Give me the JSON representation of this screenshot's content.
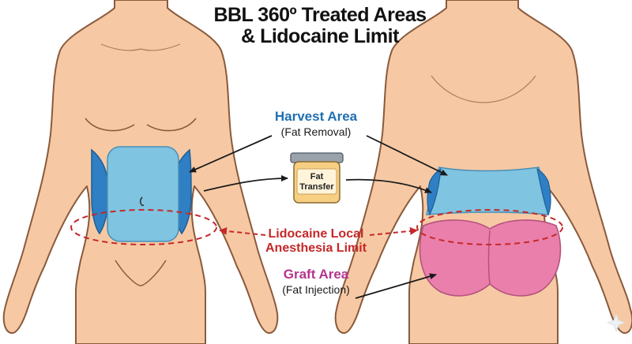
{
  "title": {
    "line1": "BBL 360º Treated Areas",
    "line2": "& Lidocaine Limit"
  },
  "harvest": {
    "heading": "Harvest Area",
    "subtitle": "(Fat Removal)"
  },
  "jar": {
    "line1": "Fat",
    "line2": "Transfer"
  },
  "lidocaine": {
    "line1": "Lidocaine Local",
    "line2": "Anesthesia Limit"
  },
  "graft": {
    "heading": "Graft Area",
    "subtitle": "(Fat Injection)"
  },
  "colors": {
    "skin": "#f6c9a4",
    "outline": "#8a5a3c",
    "harvest": "#7fc4e0",
    "harvest_flank": "#2f7fc4",
    "harvest_text": "#1f6fb2",
    "graft": "#ea7fab",
    "graft_text": "#b5348d",
    "limit": "#c62828",
    "arrow": "#1a1a1a"
  }
}
